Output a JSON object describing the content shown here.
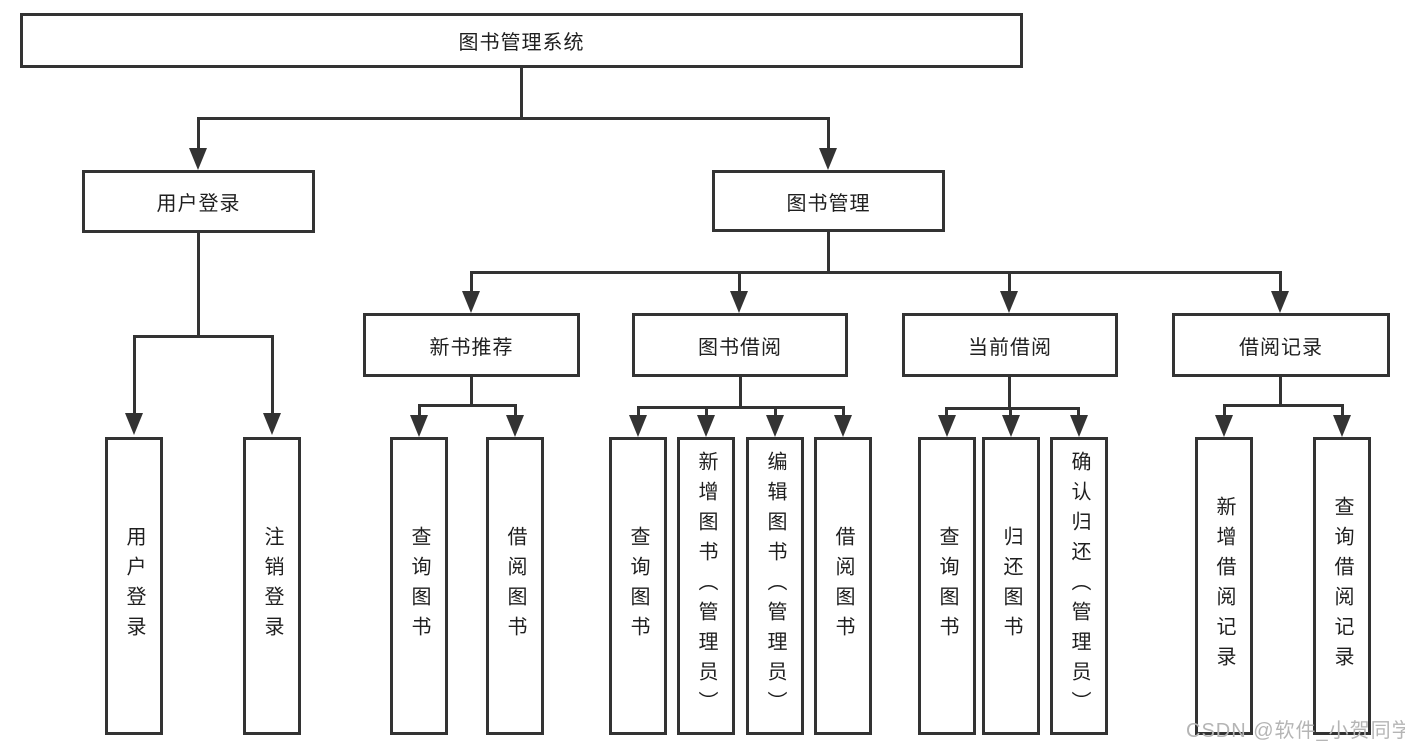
{
  "diagram": {
    "type": "hierarchy-tree",
    "title": "图书管理系统"
  },
  "nodes": {
    "root": {
      "label": "图书管理系统"
    },
    "user_login": {
      "label": "用户登录"
    },
    "book_mgmt": {
      "label": "图书管理"
    },
    "new_book_rec": {
      "label": "新书推荐"
    },
    "book_borrow": {
      "label": "图书借阅"
    },
    "current_borrow": {
      "label": "当前借阅"
    },
    "borrow_records": {
      "label": "借阅记录"
    },
    "leaf_user_login": {
      "label": "用户登录"
    },
    "leaf_logout": {
      "label": "注销登录"
    },
    "leaf_rec_query": {
      "label": "查询图书"
    },
    "leaf_rec_borrow": {
      "label": "借阅图书"
    },
    "leaf_bb_query": {
      "label": "查询图书"
    },
    "leaf_bb_add": {
      "label": "新增图书（管理员）"
    },
    "leaf_bb_edit": {
      "label": "编辑图书（管理员）"
    },
    "leaf_bb_borrow": {
      "label": "借阅图书"
    },
    "leaf_cb_query": {
      "label": "查询图书"
    },
    "leaf_cb_return": {
      "label": "归还图书"
    },
    "leaf_cb_confirm": {
      "label": "确认归还（管理员）"
    },
    "leaf_br_add": {
      "label": "新增借阅记录"
    },
    "leaf_br_query": {
      "label": "查询借阅记录"
    }
  },
  "watermark": "CSDN @软件_小贺同学",
  "colors": {
    "line": "#333333",
    "text": "#1f1f1f",
    "background": "#ffffff",
    "watermark": "#b5b5b5"
  }
}
